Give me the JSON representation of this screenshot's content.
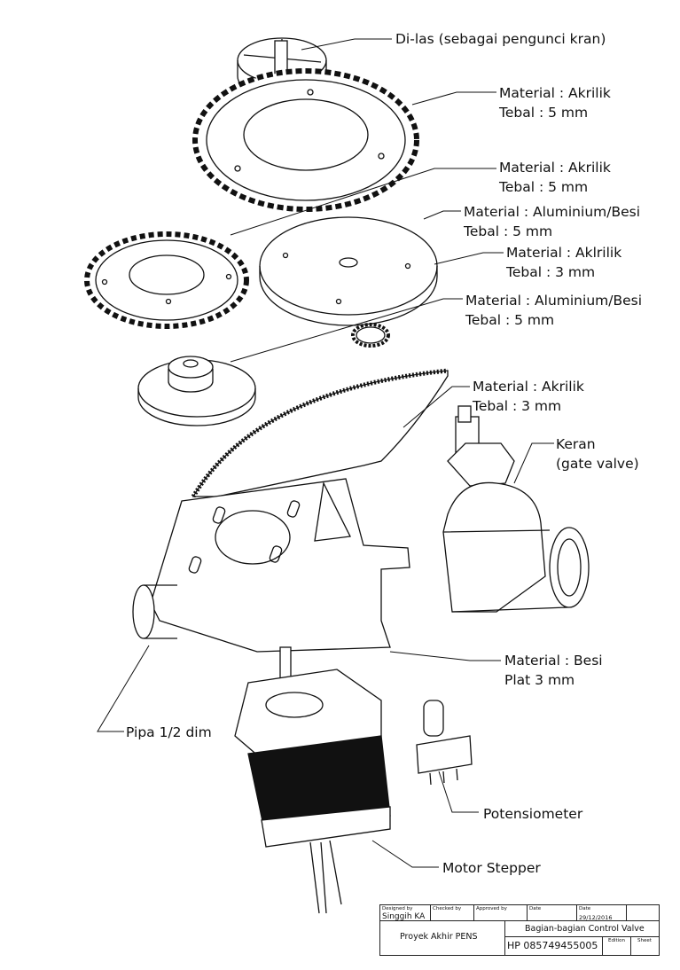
{
  "labels": {
    "dilas": "Di-las (sebagai pengunci kran)",
    "gear_big_mat": "Material : Akrilik",
    "gear_big_tebal": "Tebal : 5 mm",
    "gear_small_mat": "Material : Akrilik",
    "gear_small_tebal": "Tebal : 5 mm",
    "disc_mat": "Material : Aluminium/Besi",
    "disc_tebal": "Tebal : 5 mm",
    "disc_acr_mat": "Material : Aklrilik",
    "disc_acr_tebal": "Tebal : 3 mm",
    "hub_mat": "Material : Aluminium/Besi",
    "hub_tebal": "Tebal : 5 mm",
    "rack_mat": "Material : Akrilik",
    "rack_tebal": "Tebal : 3 mm",
    "keran": "Keran",
    "keran_sub": "(gate valve)",
    "bracket_mat": "Material : Besi",
    "bracket_plat": "Plat 3 mm",
    "pipa": "Pipa 1/2 dim",
    "potensio": "Potensiometer",
    "motor": "Motor Stepper"
  },
  "titleblock": {
    "designed_by_h": "Designed by",
    "designed_by": "Singgih KA",
    "checked_by_h": "Checked by",
    "approved_by_h": "Approved by",
    "date_h": "Date",
    "date2_h": "Date",
    "date": "29/12/2016",
    "project": "Proyek Akhir PENS",
    "title": "Bagian-bagian Control Valve",
    "phone": "HP 085749455005",
    "edition_h": "Edition",
    "sheet_h": "Sheet"
  }
}
